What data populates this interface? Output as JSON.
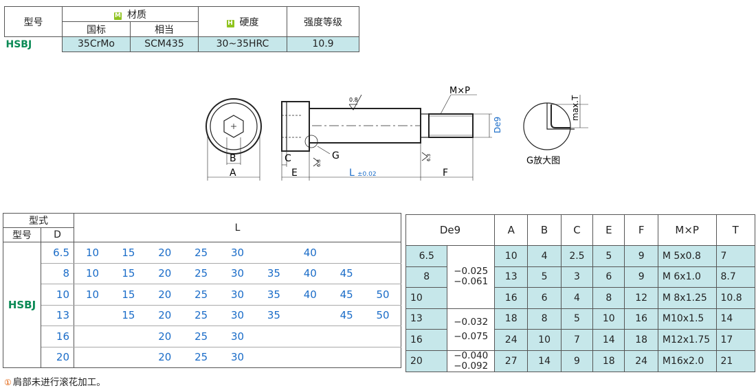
{
  "material_table": {
    "header_model": "型号",
    "header_material": "材质",
    "material_tag": "M",
    "header_gb": "国标",
    "header_equiv": "相当",
    "hardness_tag": "H",
    "header_hardness": "硬度",
    "header_grade": "强度等级",
    "row": {
      "model": "HSBJ",
      "gb": "35CrMo",
      "equiv": "SCM435",
      "hardness": "30~35HRC",
      "grade": "10.9"
    }
  },
  "drawing": {
    "label_B": "B",
    "label_A": "A",
    "label_C": "C",
    "label_E": "E",
    "label_G": "G",
    "label_L": "L",
    "label_L_tol": "±0.02",
    "label_F": "F",
    "label_MxP": "M×P",
    "label_De9": "De9",
    "label_maxT": "max.T",
    "roughness_top": "0.8",
    "roughness_small1": "6.3",
    "roughness_small2": "6.3",
    "detail_caption": "G放大图"
  },
  "main_table": {
    "header_type": "型式",
    "header_model": "型号",
    "header_D": "D",
    "header_L": "L",
    "model": "HSBJ",
    "rows": [
      {
        "D": "6.5",
        "L": [
          "10",
          "15",
          "20",
          "25",
          "30",
          "",
          "40",
          "",
          ""
        ]
      },
      {
        "D": "8",
        "L": [
          "10",
          "15",
          "20",
          "25",
          "30",
          "35",
          "40",
          "45",
          ""
        ]
      },
      {
        "D": "10",
        "L": [
          "10",
          "15",
          "20",
          "25",
          "30",
          "35",
          "40",
          "45",
          "50"
        ]
      },
      {
        "D": "13",
        "L": [
          "",
          "15",
          "20",
          "25",
          "30",
          "35",
          "",
          "45",
          "50"
        ]
      },
      {
        "D": "16",
        "L": [
          "",
          "",
          "20",
          "25",
          "30",
          "",
          "",
          "",
          ""
        ]
      },
      {
        "D": "20",
        "L": [
          "",
          "",
          "20",
          "25",
          "30",
          "",
          "",
          "",
          ""
        ]
      }
    ]
  },
  "dim_table": {
    "headers": {
      "De9": "De9",
      "A": "A",
      "B": "B",
      "C": "C",
      "E": "E",
      "F": "F",
      "MxP": "M×P",
      "T": "T"
    },
    "tol_1": [
      "−0.025",
      "−0.061"
    ],
    "tol_2": [
      "−0.032",
      "−0.075"
    ],
    "tol_3": [
      "−0.040",
      "−0.092"
    ],
    "rows": [
      {
        "D": "6.5",
        "A": "10",
        "B": "4",
        "C": "2.5",
        "E": "5",
        "F": "9",
        "MxP": "M 5x0.8",
        "T": "7"
      },
      {
        "D": "8",
        "A": "13",
        "B": "5",
        "C": "3",
        "E": "6",
        "F": "9",
        "MxP": "M 6x1.0",
        "T": "8.7"
      },
      {
        "D": "10",
        "A": "16",
        "B": "6",
        "C": "4",
        "E": "8",
        "F": "12",
        "MxP": "M 8x1.25",
        "T": "10.8"
      },
      {
        "D": "13",
        "A": "18",
        "B": "8",
        "C": "5",
        "E": "10",
        "F": "16",
        "MxP": "M10x1.5",
        "T": "14"
      },
      {
        "D": "16",
        "A": "24",
        "B": "10",
        "C": "7",
        "E": "14",
        "F": "18",
        "MxP": "M12x1.75",
        "T": "17"
      },
      {
        "D": "20",
        "A": "27",
        "B": "14",
        "C": "9",
        "E": "18",
        "F": "24",
        "MxP": "M16x2.0",
        "T": "21"
      }
    ]
  },
  "note": {
    "icon": "①",
    "text": "肩部未进行滚花加工。"
  }
}
